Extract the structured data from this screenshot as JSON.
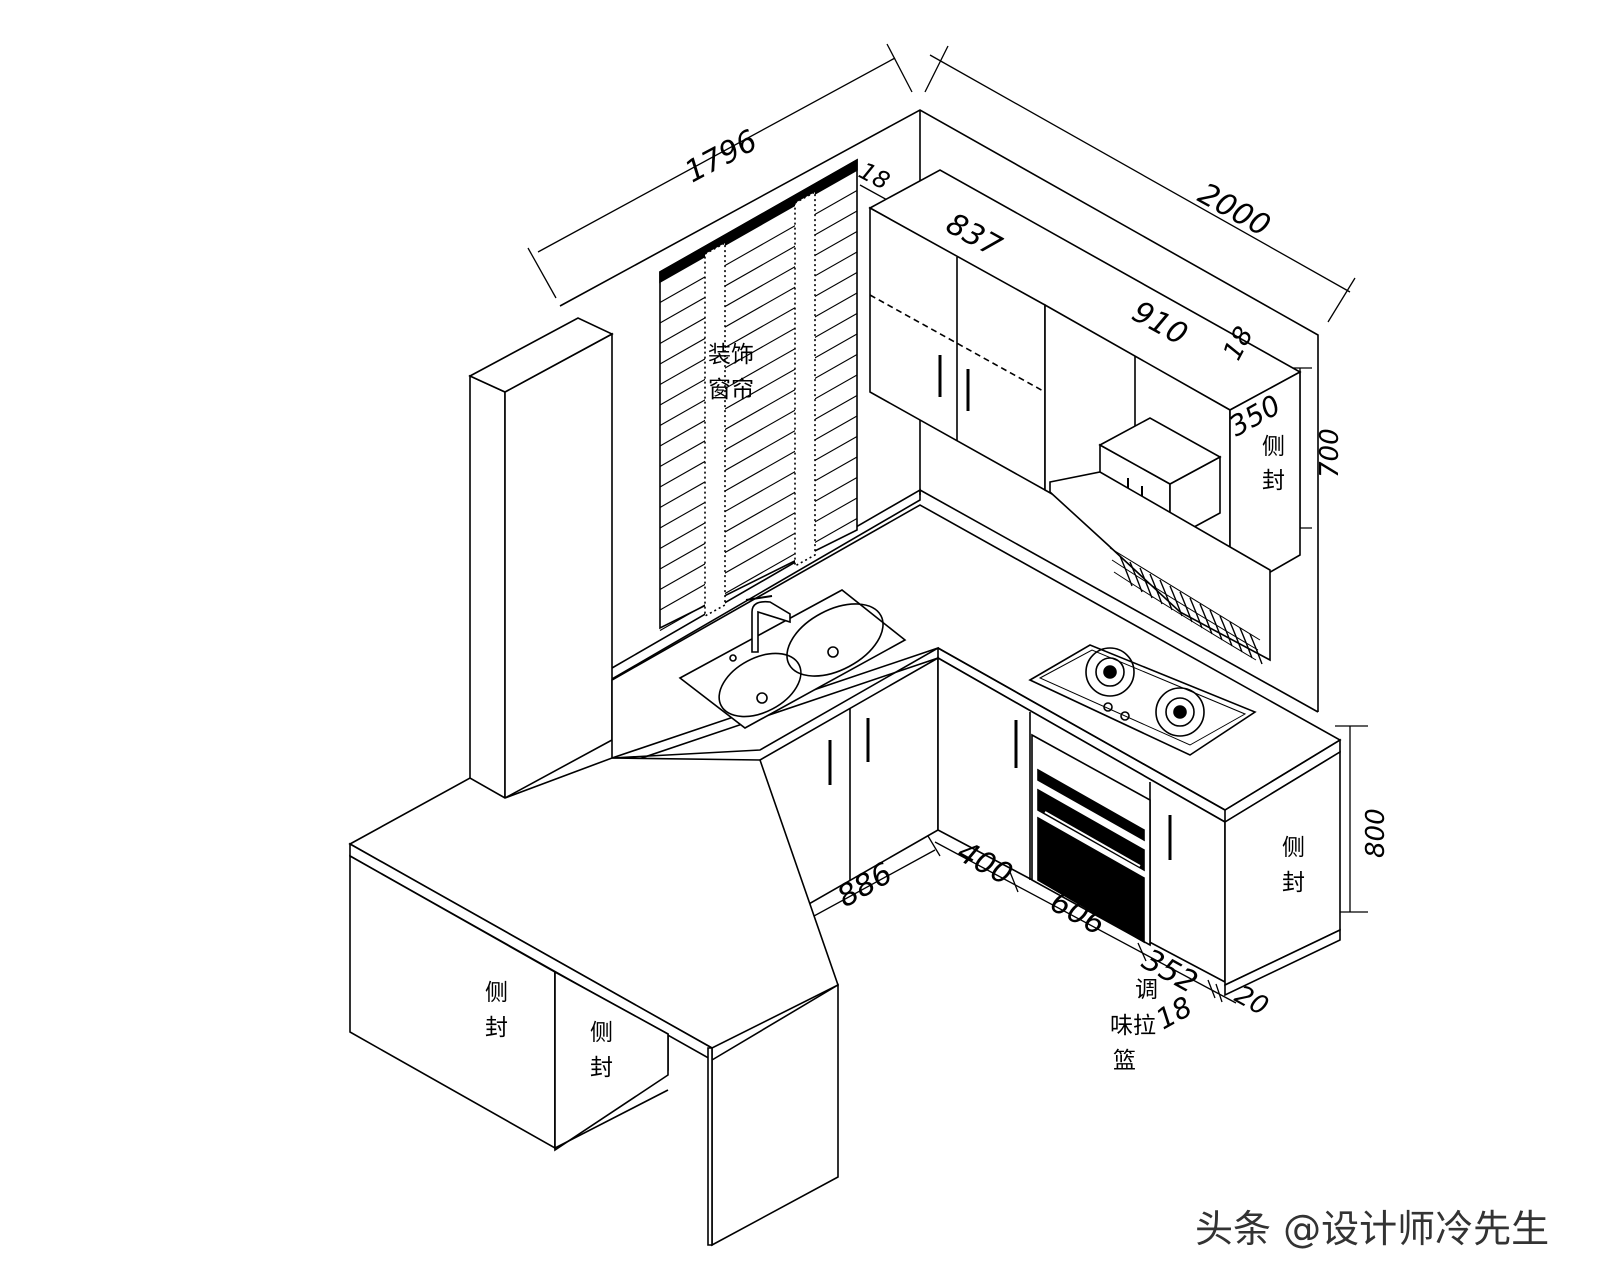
{
  "dimensions": {
    "left_wall_length": "1796",
    "right_wall_length": "2000",
    "panel_18_top": "18",
    "upper_cabinet_left": "837",
    "upper_cabinet_right": "910",
    "upper_panel_18": "18",
    "upper_depth": "350",
    "upper_height": "700",
    "base_height": "800",
    "base_left_run": "886",
    "base_400": "400",
    "base_606": "606",
    "base_352": "352",
    "base_20": "20",
    "base_18": "18"
  },
  "labels": {
    "curtain_line1": "装饰",
    "curtain_line2": "窗帘",
    "side_panel": "侧",
    "side_panel_2": "封",
    "spice_basket_1": "调",
    "spice_basket_2": "味拉",
    "spice_basket_3": "篮"
  },
  "watermark": "头条 @设计师冷先生",
  "colors": {
    "line": "#000000",
    "background": "#ffffff"
  }
}
